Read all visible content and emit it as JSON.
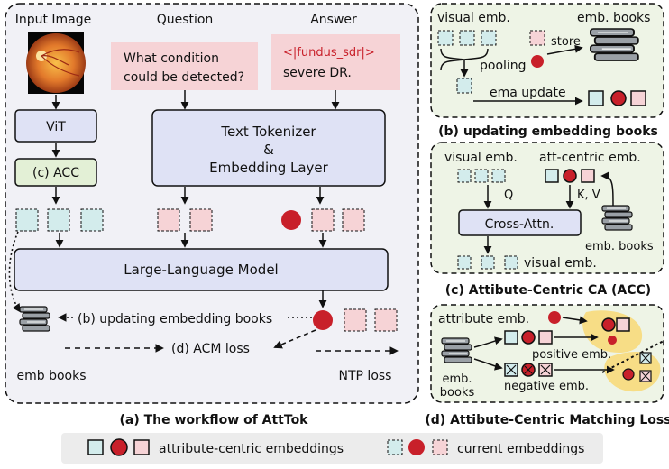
{
  "panel_a": {
    "header_input": "Input Image",
    "header_question": "Question",
    "header_answer": "Answer",
    "question_line1": "What condition",
    "question_line2": "could be detected?",
    "answer_token": "<|fundus_sdr|>",
    "answer_text": "severe DR.",
    "vit": "ViT",
    "acc": "(c) ACC",
    "tokenizer_line1": "Text Tokenizer",
    "tokenizer_line2": "&",
    "tokenizer_line3": "Embedding Layer",
    "llm": "Large-Language Model",
    "update_books": "(b) updating embedding books",
    "acm_loss": "(d) ACM loss",
    "emb_books": "emb books",
    "ntp_loss": "NTP loss",
    "caption": "(a) The workflow of AttTok"
  },
  "panel_b": {
    "visual_emb": "visual emb.",
    "emb_books": "emb. books",
    "store": "store",
    "pooling": "pooling",
    "ema_update": "ema update",
    "caption": "(b) updating embedding books"
  },
  "panel_c": {
    "visual_emb": "visual emb.",
    "att_centric_emb": "att-centric emb.",
    "q": "Q",
    "kv": "K, V",
    "cross_attn": "Cross-Attn.",
    "emb_books": "emb. books",
    "visual_emb_out": "visual emb.",
    "caption": "(c) Attibute-Centric CA (ACC)"
  },
  "panel_d": {
    "attribute_emb": "attribute emb.",
    "positive_emb": "positive emb.",
    "negative_emb": "negative emb.",
    "emb_books_line1": "emb.",
    "emb_books_line2": "books",
    "caption": "(d) Attibute-Centric Matching Loss"
  },
  "legend": {
    "attribute_centric": "attribute-centric embeddings",
    "current": "current embeddings"
  },
  "colors": {
    "teal": "#d3ecec",
    "pink": "#f6d3d6",
    "red": "#c8202a",
    "lavender": "#dfe2f5",
    "green_box": "#e3f0d6",
    "panel_bg_a": "#f1f1f6",
    "panel_bg_green": "#eef4e6",
    "yellow": "#f7dd86"
  }
}
